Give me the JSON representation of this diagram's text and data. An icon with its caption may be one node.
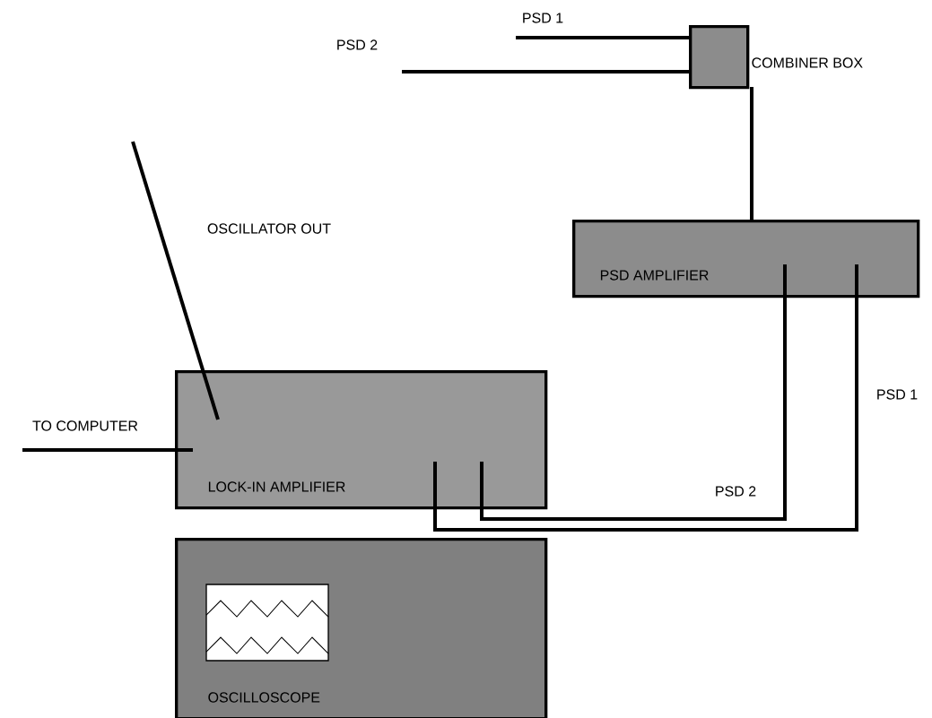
{
  "diagram": {
    "nodes": [
      {
        "text": [
          "COMBINER BOX"
        ]
      },
      {
        "text": [
          "PSD AMPLIFIER"
        ]
      },
      {
        "text": [
          "LOCK-IN AMPLIFIER"
        ]
      },
      {
        "text": [
          "OSCILLOSCOPE"
        ]
      }
    ],
    "edges": [
      {
        "from": null,
        "to": 0,
        "arrow": "none",
        "label": "PSD 1"
      },
      {
        "from": null,
        "to": 0,
        "arrow": "none",
        "label": "PSD 2"
      },
      {
        "from": 0,
        "to": 1,
        "arrow": "none"
      },
      {
        "from": null,
        "to": 2,
        "arrow": "none",
        "label": "OSCILLATOR OUT"
      },
      {
        "from": null,
        "to": 2,
        "arrow": "none",
        "label": "TO COMPUTER"
      },
      {
        "from": 1,
        "to": 2,
        "arrow": "none",
        "label": "PSD 2"
      },
      {
        "from": 1,
        "to": 2,
        "arrow": "none",
        "label": "PSD 1"
      }
    ]
  }
}
